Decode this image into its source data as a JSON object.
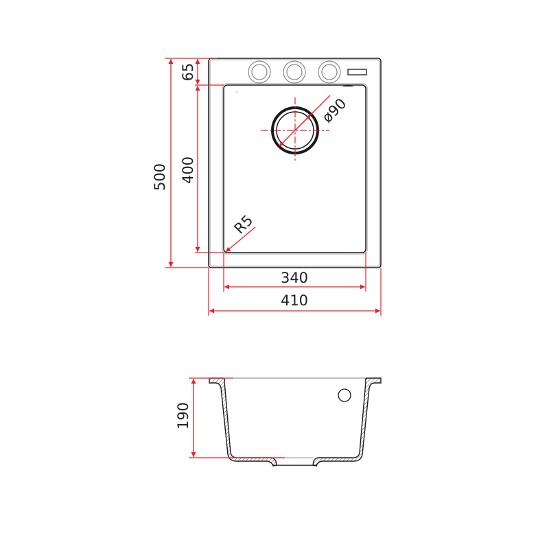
{
  "diagram": {
    "type": "technical-drawing",
    "subject": "single bowl kitchen sink",
    "colors": {
      "dimension": "#e8202a",
      "outline": "#1a1a1a",
      "rim": "#9a9a9a"
    },
    "top_view": {
      "dimensions": {
        "overall_length": "500",
        "bowl_length": "400",
        "tap_deck": "65",
        "bowl_width": "340",
        "overall_width": "410",
        "drain_diameter": "ø90",
        "corner_radius": "R5"
      },
      "tap_holes": 3
    },
    "side_view": {
      "dimensions": {
        "bowl_depth": "190"
      }
    }
  }
}
